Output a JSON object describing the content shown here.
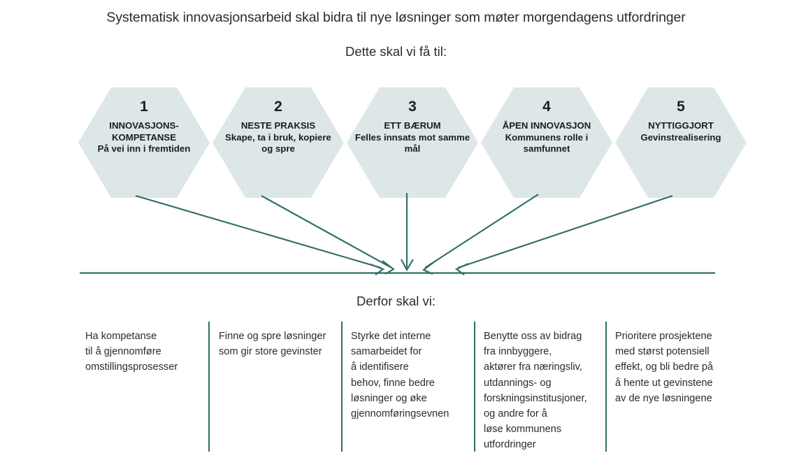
{
  "headings": {
    "main": "Systematisk innovasjonsarbeid skal bidra til nye løsninger som møter morgendagens utfordringer",
    "sub": "Dette skal vi få til:",
    "derfor": "Derfor skal vi:"
  },
  "colors": {
    "hex_fill": "#dde7e7",
    "teal": "#2d6e68",
    "text": "#2b2b2b"
  },
  "hexagons": [
    {
      "number": "1",
      "heading": "INNOVASJONS-\nKOMPETANSE",
      "subtext": "På vei inn\ni fremtiden"
    },
    {
      "number": "2",
      "heading": "NESTE PRAKSIS",
      "subtext": "Skape, ta i bruk,\nkopiere og spre"
    },
    {
      "number": "3",
      "heading": "ETT BÆRUM",
      "subtext": "Felles innsats mot\nsamme mål"
    },
    {
      "number": "4",
      "heading": "ÅPEN\nINNOVASJON",
      "subtext": "Kommunens rolle\ni samfunnet"
    },
    {
      "number": "5",
      "heading": "NYTTIGGJORT",
      "subtext": "Gevinstrealisering"
    }
  ],
  "columns": [
    {
      "text": "Ha kompetanse\ntil å gjennomføre\nomstillingsprosesser"
    },
    {
      "text": "Finne og spre løsninger\nsom gir store gevinster"
    },
    {
      "text": "Styrke det interne\nsamarbeidet for\nå  identifisere\nbehov, finne bedre\nløsninger og øke\ngjennomføringsevnen"
    },
    {
      "text": "Benytte oss av bidrag\nfra innbyggere,\naktører fra næringsliv,\nutdannings- og\nforskningsinstitusjoner,\nog andre for å\nløse kommunens\nutfordringer"
    },
    {
      "text": "Prioritere prosjektene\nmed størst potensiell\neffekt, og bli bedre på\nå hente ut gevinstene\nav de nye løsningene"
    }
  ]
}
